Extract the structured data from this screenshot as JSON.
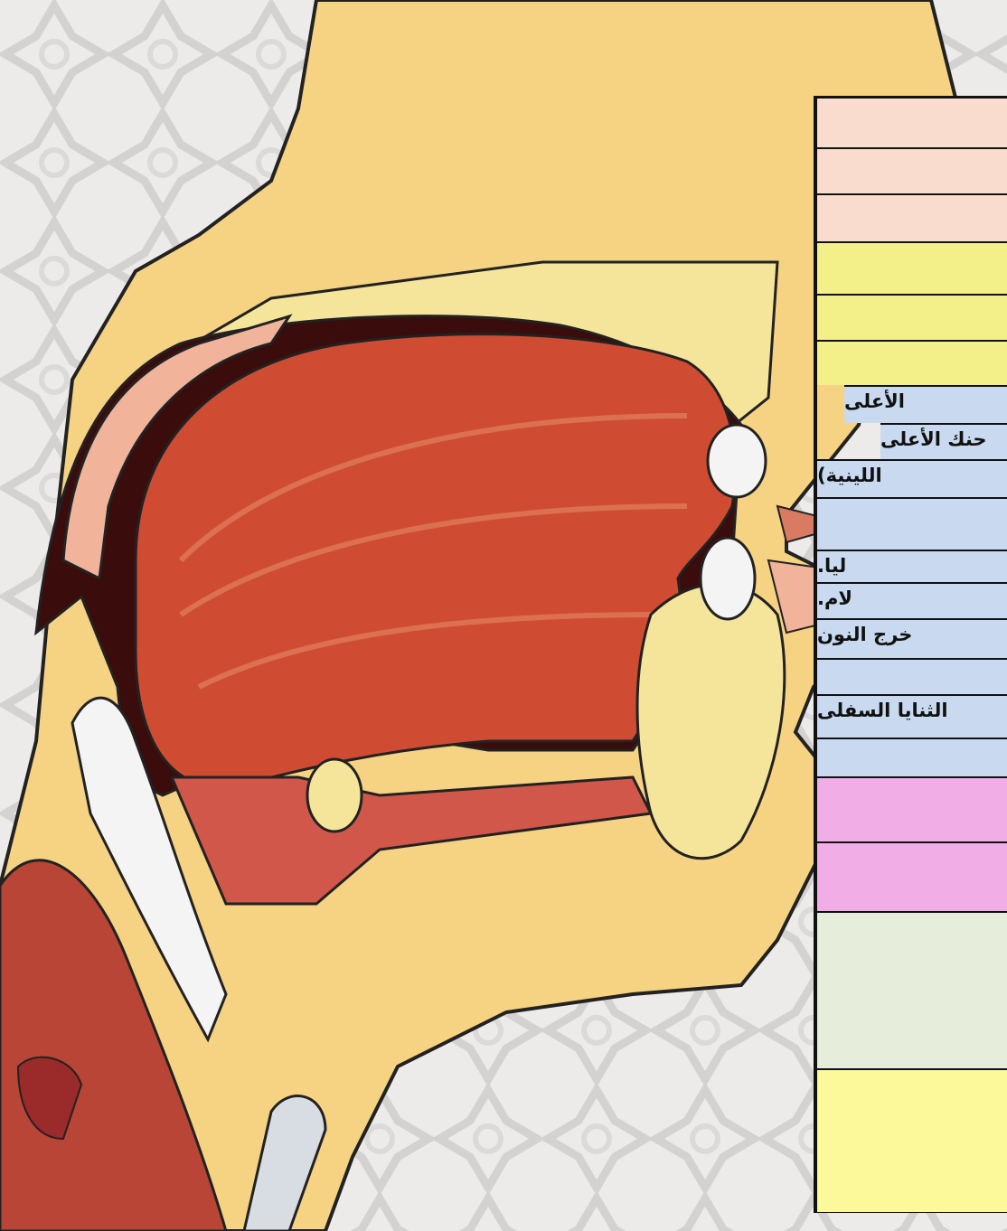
{
  "table": {
    "rows": [
      {
        "label": "",
        "color": "#f9dccd"
      },
      {
        "label": "",
        "color": "#f9dccd"
      },
      {
        "label": "",
        "color": "#f9dccd"
      },
      {
        "label": "",
        "color": "#f3f08a"
      },
      {
        "label": "",
        "color": "#f3f08a"
      },
      {
        "label": "",
        "color": "#f3f08a"
      },
      {
        "label": "الأعلى",
        "color": "#c9daf0"
      },
      {
        "label": "حنك الأعلى",
        "color": "#c9daf0"
      },
      {
        "label": "اللينية)",
        "color": "#c9daf0"
      },
      {
        "label": "",
        "color": "#c9daf0"
      },
      {
        "label": "ليا.",
        "color": "#c9daf0"
      },
      {
        "label": "لام.",
        "color": "#c9daf0"
      },
      {
        "label": "خرج النون",
        "color": "#c9daf0"
      },
      {
        "label": "",
        "color": "#c9daf0"
      },
      {
        "label": "الثنايا السفلى",
        "color": "#c9daf0"
      },
      {
        "label": "",
        "color": "#c9daf0"
      },
      {
        "label": "",
        "color": "#f1aee6"
      },
      {
        "label": "",
        "color": "#f1aee6"
      },
      {
        "label": "",
        "color": "#e6eedb"
      },
      {
        "label": "",
        "color": "#fbf99a"
      }
    ]
  }
}
